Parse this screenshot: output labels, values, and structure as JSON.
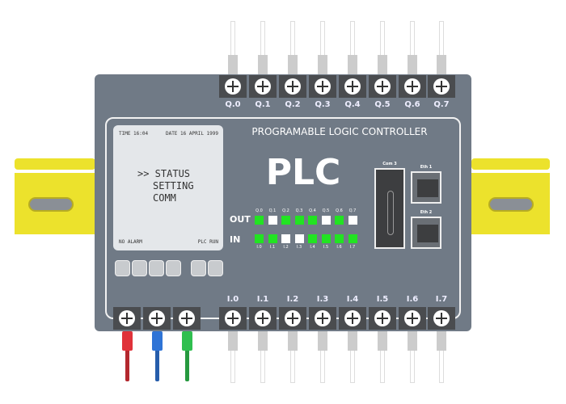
{
  "title": "PROGRAMABLE LOGIC CONTROLLER",
  "logo": "PLC",
  "lcd": {
    "time": "TIME 16:04",
    "date": "DATE 16 APRIL 1999",
    "menu": [
      ">> STATUS",
      "SETTING",
      "COMM"
    ],
    "alarm": "NO ALARM",
    "run": "PLC RUN"
  },
  "outputs": {
    "label": "OUT",
    "channels": [
      "Q.0",
      "Q.1",
      "Q.2",
      "Q.3",
      "Q.4",
      "Q.5",
      "Q.6",
      "Q.7"
    ],
    "states": [
      1,
      0,
      1,
      1,
      1,
      0,
      1,
      0
    ]
  },
  "inputs": {
    "label": "IN",
    "channels": [
      "I.0",
      "I.1",
      "I.2",
      "I.3",
      "I.4",
      "I.5",
      "I.6",
      "I.7"
    ],
    "states": [
      1,
      1,
      0,
      0,
      1,
      1,
      1,
      1
    ]
  },
  "ports": {
    "com": "Com 3",
    "eth1": "Eth 1",
    "eth2": "Eth 2"
  },
  "power_wires": [
    "#e0323a",
    "#2f74d6",
    "#2fbf4f"
  ],
  "colors": {
    "on": "#22e322",
    "off": "#ffffff",
    "body": "#707a86",
    "rail": "#ece22c"
  }
}
